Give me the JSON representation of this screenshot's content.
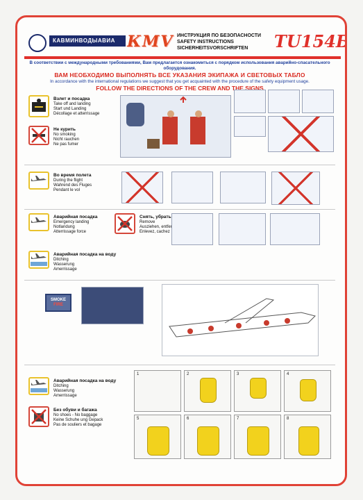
{
  "header": {
    "airline": "КАВМИНВОДЫАВИА",
    "brand": "КМV",
    "instructions": [
      "ИНСТРУКЦИЯ ПО БЕЗОПАСНОСТИ",
      "SAFETY INSTRUCTIONS",
      "SICHERHEITSVORSCHRIFTEN"
    ],
    "model": "ТU154Б"
  },
  "intro": {
    "ru": "В соответствии с международными требованиями, Вам предлагается ознакомиться с порядком использования аварийно-спасательного оборудования.",
    "ru_big": "ВАМ НЕОБХОДИМО ВЫПОЛНЯТЬ ВСЕ УКАЗАНИЯ ЭКИПАЖА И СВЕТОВЫХ ТАБЛО",
    "en": "In accordance with the international regulations we suggest that you get acquainted with the procedure of the safety equipment usage.",
    "en_big": "FOLLOW THE DIRECTIONS OF THE CREW AND THE SIGNS"
  },
  "sections": {
    "takeoff": {
      "lines": [
        "Взлет и посадка",
        "Take off and landing",
        "Start und Landing",
        "Décollage et atterrissage"
      ]
    },
    "nosmoking": {
      "lines": [
        "Не курить",
        "No smoking",
        "Nicht rauchen",
        "Ne pas fumer"
      ]
    },
    "flight": {
      "lines": [
        "Во время полета",
        "During the flight",
        "Wahrend des Fluges",
        "Pendant le vol"
      ]
    },
    "emergency": {
      "lines": [
        "Аварийная посадка",
        "Emergency landing",
        "Notlandung",
        "Atterrissage force"
      ]
    },
    "remove": {
      "lines": [
        "Снять, убрать",
        "Remove",
        "Ausziehen, entfernen",
        "Enlevez, cachez"
      ]
    },
    "ditching1": {
      "lines": [
        "Аварийная посадка на воду",
        "Ditching",
        "Wasserung",
        "Amerrissage"
      ]
    },
    "smoke_sign": {
      "smoke": "SMOKE",
      "fire": "FIRE"
    },
    "ditching2": {
      "lines": [
        "Аварийная посадка на воду",
        "Ditching",
        "Wasserung",
        "Amerrissage"
      ]
    },
    "noshoes": {
      "lines": [
        "Без обуви и багажа",
        "No shoes - No baggage",
        "Keine Schuhe ung Gepack",
        "Pas de souliers et bagage"
      ]
    }
  },
  "vest_steps": [
    "1",
    "2",
    "3",
    "4",
    "5",
    "6",
    "7",
    "8"
  ],
  "colors": {
    "border": "#e04236",
    "brand": "#e0451f",
    "navy": "#1b2a6b",
    "sign_yellow": "#e9c22c",
    "vest_yellow": "#f2d21d"
  }
}
